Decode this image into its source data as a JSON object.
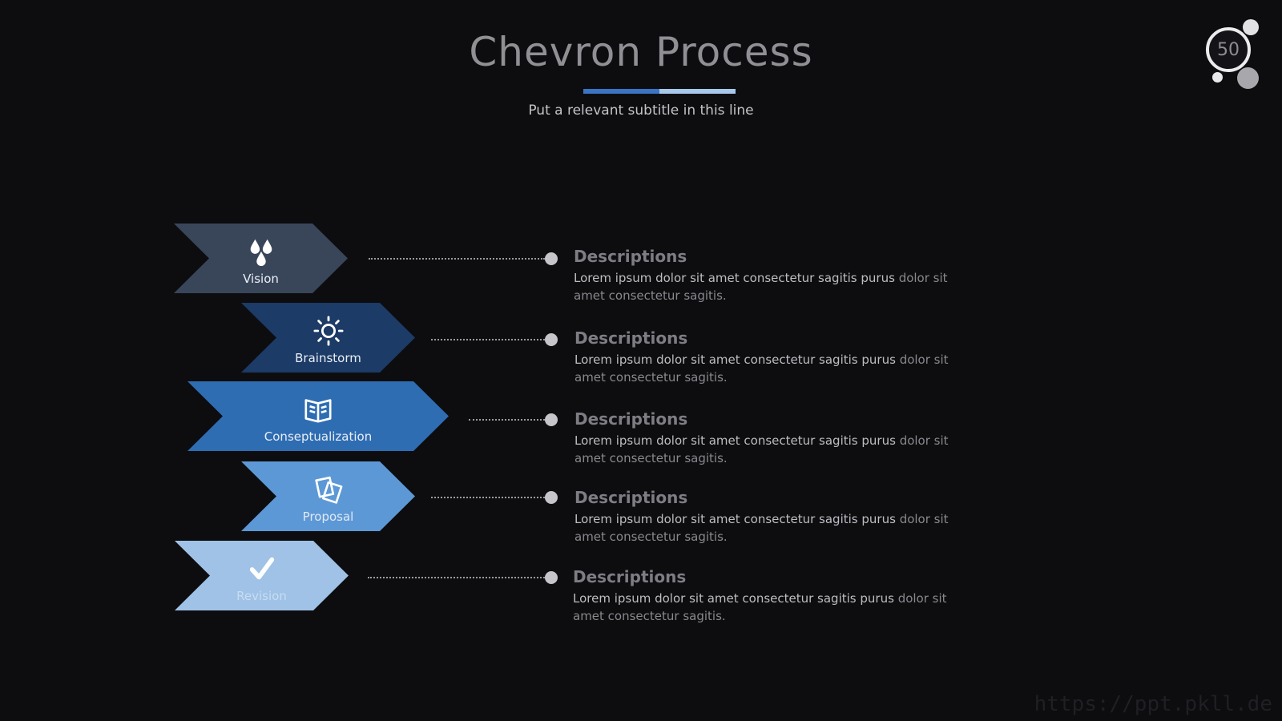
{
  "header": {
    "title": "Chevron Process",
    "subtitle": "Put a relevant subtitle in this line",
    "page_number": "50"
  },
  "colors": {
    "accent_dark": "#3a74c4",
    "accent_light": "#a7c8eb"
  },
  "steps": [
    {
      "label": "Vision",
      "icon": "water-drops-icon",
      "color": "#39465a",
      "label_color": "#e9eef5",
      "desc_title": "Descriptions",
      "desc_text": "Lorem ipsum dolor sit amet consectetur sagitis purus",
      "desc_text_muted": "dolor sit amet consectetur sagitis."
    },
    {
      "label": "Brainstorm",
      "icon": "sun-icon",
      "color": "#1c3b66",
      "label_color": "#e9eef5",
      "desc_title": "Descriptions",
      "desc_text": "Lorem ipsum dolor sit amet consectetur sagitis purus",
      "desc_text_muted": "dolor sit amet consectetur sagitis."
    },
    {
      "label": "Conseptualization",
      "icon": "book-icon",
      "color": "#2f6db3",
      "label_color": "#e9eef5",
      "desc_title": "Descriptions",
      "desc_text": "Lorem ipsum dolor sit amet consectetur sagitis purus",
      "desc_text_muted": "dolor sit amet consectetur sagitis."
    },
    {
      "label": "Proposal",
      "icon": "documents-icon",
      "color": "#5d98d6",
      "label_color": "#dfe9f6",
      "desc_title": "Descriptions",
      "desc_text": "Lorem ipsum dolor sit amet consectetur sagitis purus",
      "desc_text_muted": "dolor sit amet consectetur sagitis."
    },
    {
      "label": "Revision",
      "icon": "checkmark-icon",
      "color": "#9fc2e6",
      "label_color": "#c8dcf1",
      "desc_title": "Descriptions",
      "desc_text": "Lorem ipsum dolor sit amet consectetur sagitis purus",
      "desc_text_muted": "dolor sit amet consectetur sagitis."
    }
  ],
  "watermark": "https://ppt.pkll.de"
}
